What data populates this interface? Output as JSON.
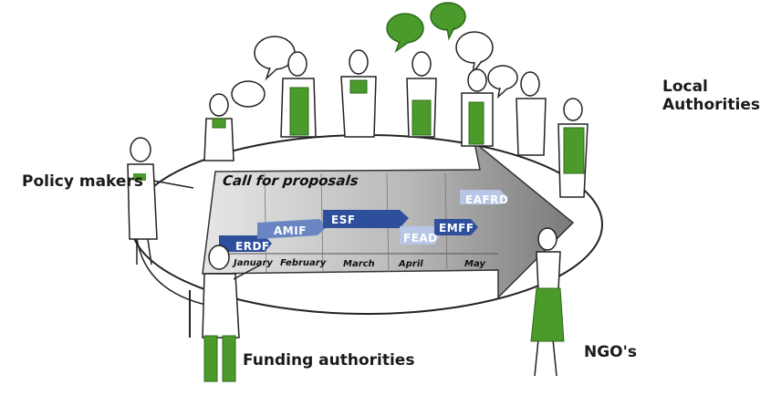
{
  "labels": {
    "local_authorities_line1": "Local",
    "local_authorities_line2": "Authorities",
    "policy_makers": "Policy makers",
    "funding_authorities": "Funding authorities",
    "ngos": "NGO's"
  },
  "board": {
    "title": "Call for proposals",
    "months": [
      "January",
      "February",
      "March",
      "April",
      "May"
    ],
    "funds": [
      "ERDF",
      "AMIF",
      "ESF",
      "FEAD",
      "EMFF",
      "EAFRD"
    ]
  },
  "colors": {
    "accent_green": "#4a9a2c",
    "arrow_gray": "#8e8e8e",
    "fund_blue_dark": "#2e4f9c",
    "fund_blue_mid": "#6a86c2",
    "fund_blue_light": "#b7c6e4"
  }
}
